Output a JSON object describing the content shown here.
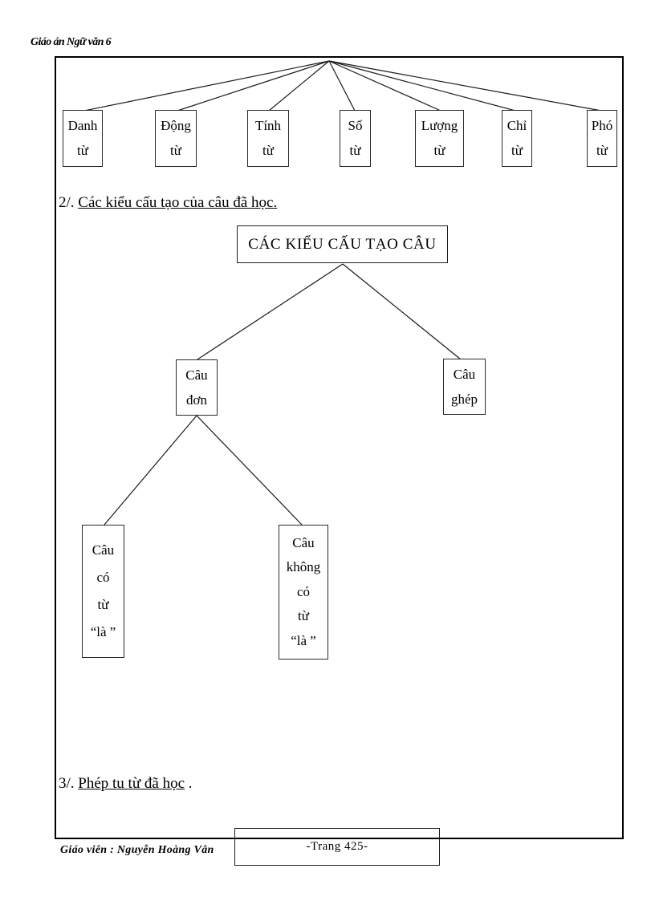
{
  "header": {
    "title": "Giáo án Ngữ văn 6"
  },
  "word_class_diagram": {
    "nodes": [
      {
        "label": "Danh\ntừ"
      },
      {
        "label": "Động\ntừ"
      },
      {
        "label": "Tính\ntừ"
      },
      {
        "label": "Số\ntừ"
      },
      {
        "label": "Lượng\ntừ"
      },
      {
        "label": "Chỉ\ntừ"
      },
      {
        "label": "Phó\ntừ"
      }
    ]
  },
  "section2": {
    "number": "2/. ",
    "title": "Các kiểu cấu tạo của câu đã học.",
    "tree": {
      "root": "CÁC KIỂU CẤU TẠO CÂU",
      "children": [
        {
          "label": "Câu\nđơn"
        },
        {
          "label": "Câu\nghép"
        }
      ],
      "leaves": [
        {
          "label": "Câu\ncó\ntừ\n“là ”"
        },
        {
          "label": "Câu\nkhông\ncó\ntừ\n“là ”"
        }
      ]
    }
  },
  "section3": {
    "number": "3/. ",
    "title": "Phép tu từ đã học",
    "suffix": " ."
  },
  "footer": {
    "teacher": "Giáo viên : Nguyễn Hoàng Vân",
    "page_label": "-Trang 425-"
  }
}
